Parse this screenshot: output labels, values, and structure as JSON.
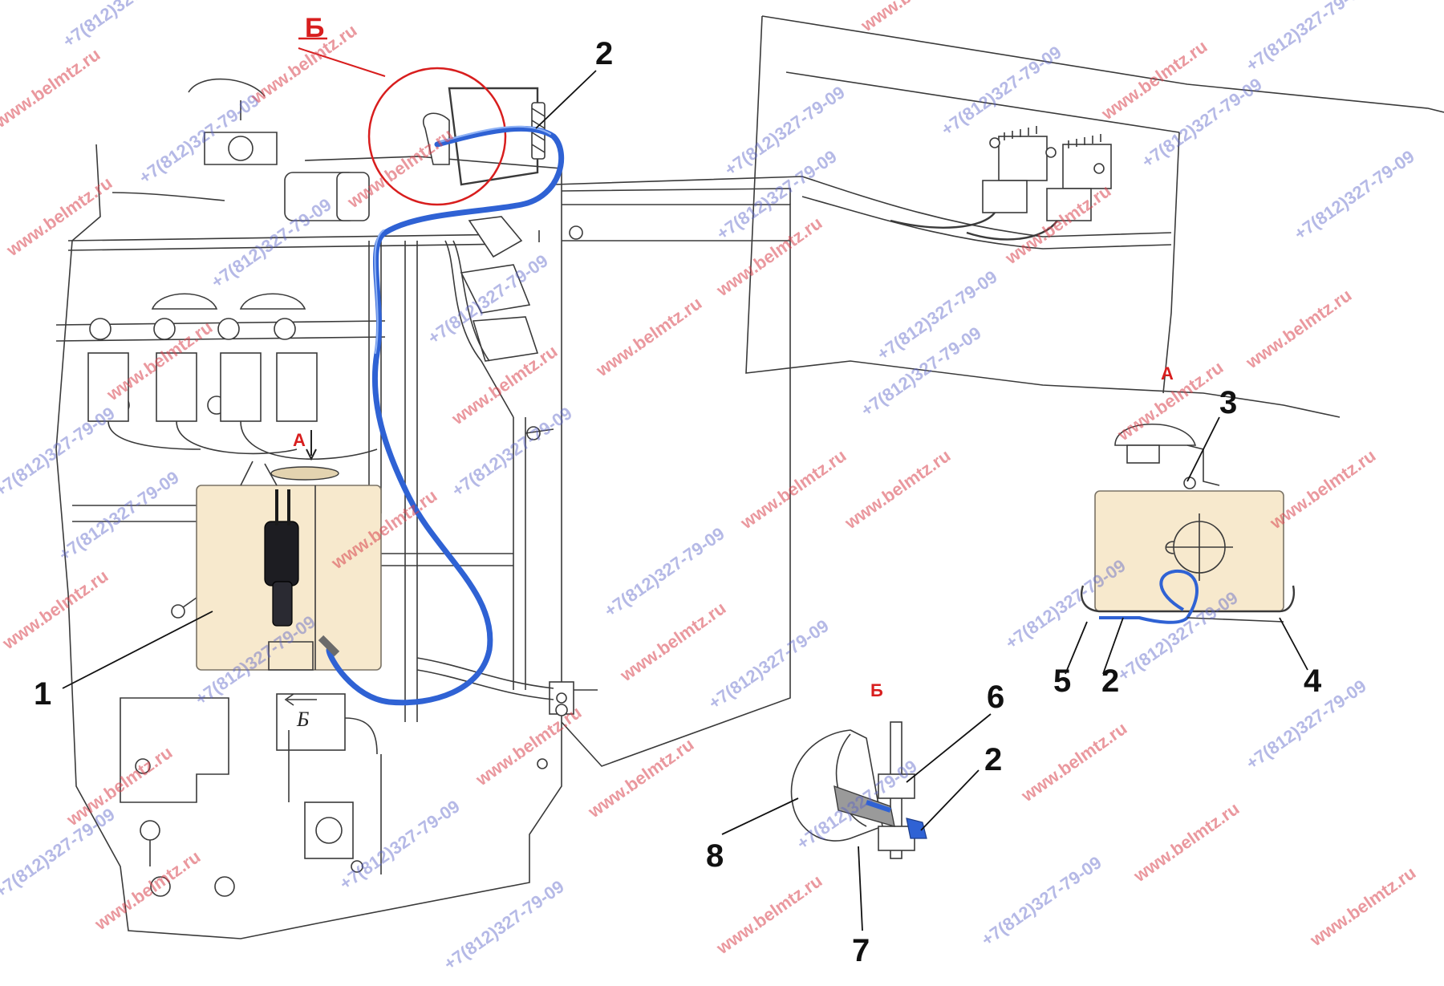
{
  "diagram": {
    "callouts": {
      "c1": "1",
      "c2_top": "2",
      "c2_view_a": "2",
      "c2_view_b": "2",
      "c3": "3",
      "c4": "4",
      "c5": "5",
      "c6": "6",
      "c7": "7",
      "c8": "8"
    },
    "view_labels": {
      "view_b_top": "Б",
      "view_a_marker": "А",
      "view_b_marker": "Б",
      "view_a_title": "А",
      "view_b_title": "Б"
    },
    "watermark": {
      "url": "www.belmtz.ru",
      "phone": "+7(812)327-79-09"
    },
    "colors": {
      "cable": "#2f62d4",
      "tank_fill": "#f7e9cd",
      "view_label": "#d81e1e",
      "line": "#3a3a3a"
    }
  }
}
